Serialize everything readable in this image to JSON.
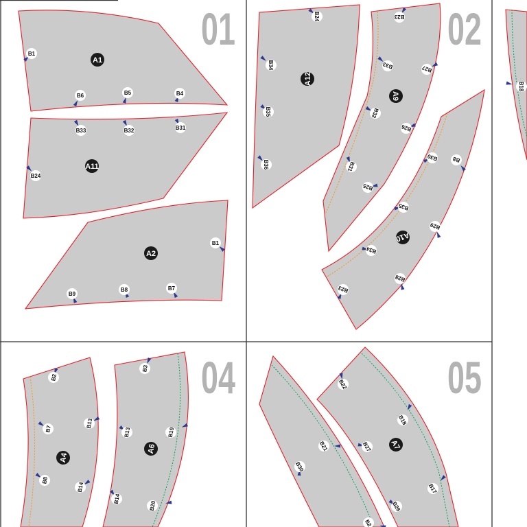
{
  "sheet": {
    "panels": [
      "01",
      "02",
      "04",
      "05"
    ],
    "colors": {
      "piece_fill": "#cbcbcb",
      "cut_line": "#ee1c25",
      "notch": "#2b3990",
      "seam_orange": "#f7941d",
      "seam_green": "#00a651",
      "panel_number": "#b3b3b3"
    },
    "pieces": [
      {
        "id": "A1",
        "notches": [
          "B1",
          "B6",
          "B5",
          "B4"
        ]
      },
      {
        "id": "A11",
        "notches": [
          "B33",
          "B32",
          "B31",
          "B24"
        ]
      },
      {
        "id": "A2",
        "notches": [
          "B1",
          "B9",
          "B8",
          "B7"
        ]
      },
      {
        "id": "A12",
        "notches": [
          "B24",
          "B34",
          "B35",
          "B36"
        ]
      },
      {
        "id": "A9",
        "notches": [
          "B23",
          "B33",
          "B27",
          "B32",
          "B26",
          "B31",
          "B25"
        ]
      },
      {
        "id": "A10",
        "notches": [
          "B30",
          "B8",
          "B35",
          "B29",
          "B34",
          "B28",
          "B23"
        ]
      },
      {
        "id": "",
        "notches": [
          "B18"
        ]
      },
      {
        "id": "A4",
        "notches": [
          "B2",
          "B7",
          "B13",
          "B8",
          "B14"
        ]
      },
      {
        "id": "A6",
        "notches": [
          "B3",
          "B13",
          "B19",
          "B14",
          "B20"
        ]
      },
      {
        "id": "",
        "notches": [
          "B21",
          "B30",
          "B2"
        ]
      },
      {
        "id": "A7",
        "notches": [
          "B22",
          "B18",
          "B27",
          "B17",
          "B26"
        ]
      }
    ]
  }
}
